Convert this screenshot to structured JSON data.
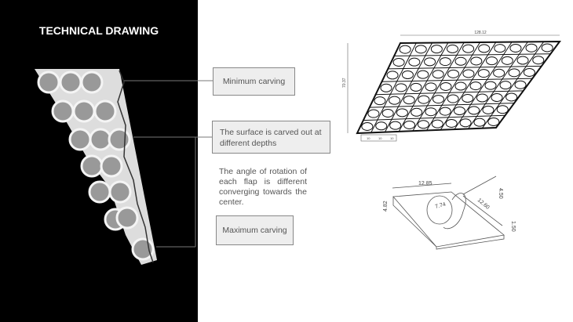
{
  "title": "TECHNICAL DRAWING",
  "callouts": {
    "minimum": "Minimum carving",
    "surface": "The surface is carved out at different depths",
    "maximum": "Maximum carving"
  },
  "note": "The angle of rotation of each flap is different converging towards the center.",
  "grid_drawing": {
    "width_dim": "128.12",
    "height_dim": "70.37",
    "cell_dims": [
      "10",
      "10",
      "10"
    ]
  },
  "module_drawing": {
    "dims": [
      "12.85",
      "7.74",
      "12.60",
      "4.82",
      "4.50",
      "1.50"
    ]
  }
}
